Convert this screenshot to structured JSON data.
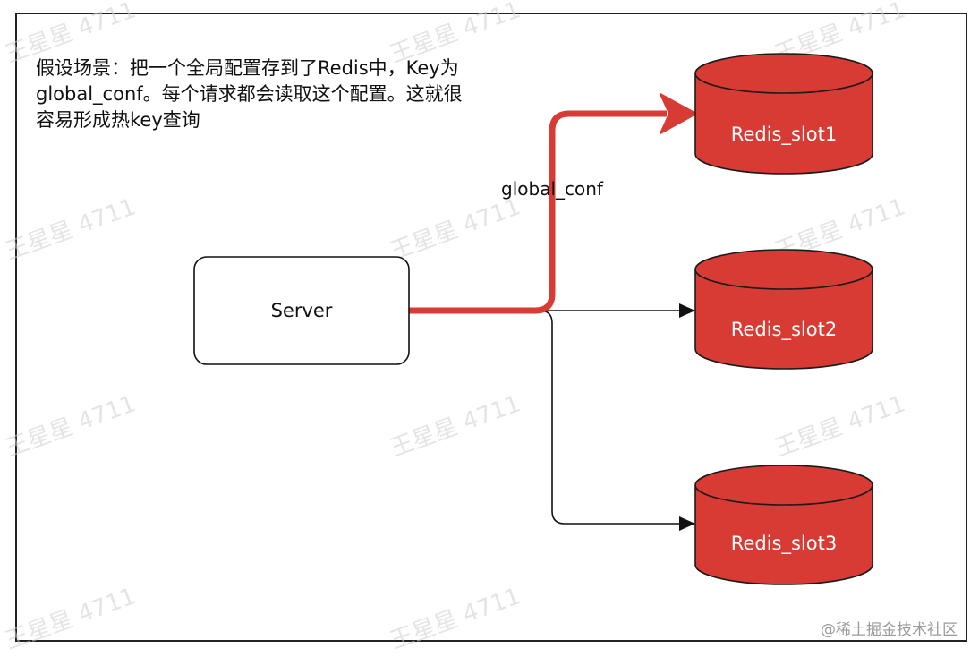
{
  "scenario": {
    "lines": [
      "假设场景：把一个全局配置存到了Redis中，Key为",
      "global_conf。每个请求都会读取这个配置。这就很",
      "容易形成热key查询"
    ]
  },
  "server": {
    "label": "Server"
  },
  "edge_label": "global_conf",
  "databases": [
    {
      "label": "Redis_slot1"
    },
    {
      "label": "Redis_slot2"
    },
    {
      "label": "Redis_slot3"
    }
  ],
  "watermark": {
    "text": "王星星 4711",
    "footer": "@稀土掘金技术社区"
  },
  "colors": {
    "db_fill": "#d83a34",
    "db_stroke": "#1b1b1b",
    "hot_edge": "#d83a34",
    "edge": "#111111"
  }
}
